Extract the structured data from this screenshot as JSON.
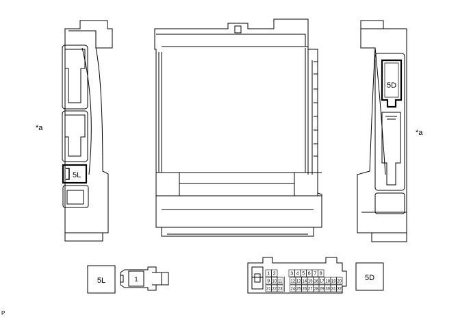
{
  "callouts": {
    "left_marker": "*a",
    "right_marker": "*a"
  },
  "connectors": {
    "c5L": {
      "id_on_device": "5L",
      "id_box": "5L",
      "pins": [
        "1"
      ]
    },
    "c5D": {
      "id_on_device": "5D",
      "id_box": "5D",
      "row1": [
        "1",
        "2",
        "3",
        "4",
        "5",
        "6",
        "7",
        "8"
      ],
      "row2": [
        "9",
        "10",
        "11",
        "12",
        "13",
        "14",
        "15",
        "16",
        "17",
        "18",
        "19",
        "20"
      ],
      "row3": [
        "21",
        "22",
        "23",
        "24",
        "25",
        "26",
        "27",
        "28",
        "29",
        "30",
        "31",
        "32"
      ]
    }
  },
  "footer": {
    "code": "P"
  }
}
